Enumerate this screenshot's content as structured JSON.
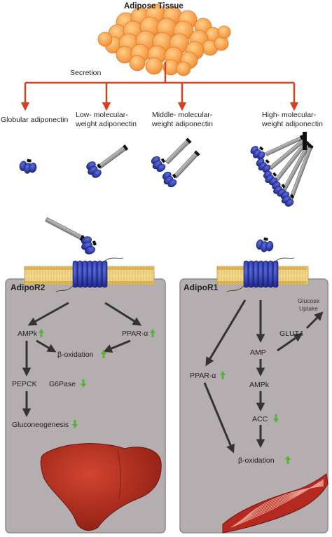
{
  "title": "Adipose Tissue",
  "secretion_label": "Secretion",
  "forms": {
    "globular": "Globular adiponectin",
    "low_line1": "Low- molecular-",
    "low_line2": "weight adiponectin",
    "middle_line1": "Middle- molecular-",
    "middle_line2": "weight adiponectin",
    "high_line1": "High- molecular-",
    "high_line2": "weight adiponectin"
  },
  "left_panel": {
    "receptor": "AdipoR2",
    "ampk": "AMPk",
    "ppar": "PPAR-α",
    "beta_ox": "β-oxidation",
    "pepck": "PEPCK",
    "g6pase": "G6Pase",
    "gluconeo": "Gluconeogenesis"
  },
  "right_panel": {
    "receptor": "AdipoR1",
    "ppar": "PPAR-α",
    "amp": "AMP",
    "ampk": "AMPk",
    "acc": "ACC",
    "glut4": "GLUT4",
    "glucose_line1": "Glucose",
    "glucose_line2": "Uptake",
    "beta_ox": "β-oxidation"
  },
  "colors": {
    "arrow_red": "#d9401c",
    "arrow_dark": "#333333",
    "indicator_green": "#55b433",
    "fat": "#f5a04a",
    "globular": "#2c3aa6",
    "stalk": "#9a9a9a",
    "panel": "#b5aeb0",
    "liver": "#b02a1f",
    "muscle": "#b52a20"
  },
  "indicators": {
    "left": {
      "ampk": "up",
      "ppar": "up",
      "beta_ox": "up",
      "g6pase": "down",
      "gluconeo": "down"
    },
    "right": {
      "ppar": "up",
      "acc": "down",
      "beta_ox": "up"
    }
  }
}
